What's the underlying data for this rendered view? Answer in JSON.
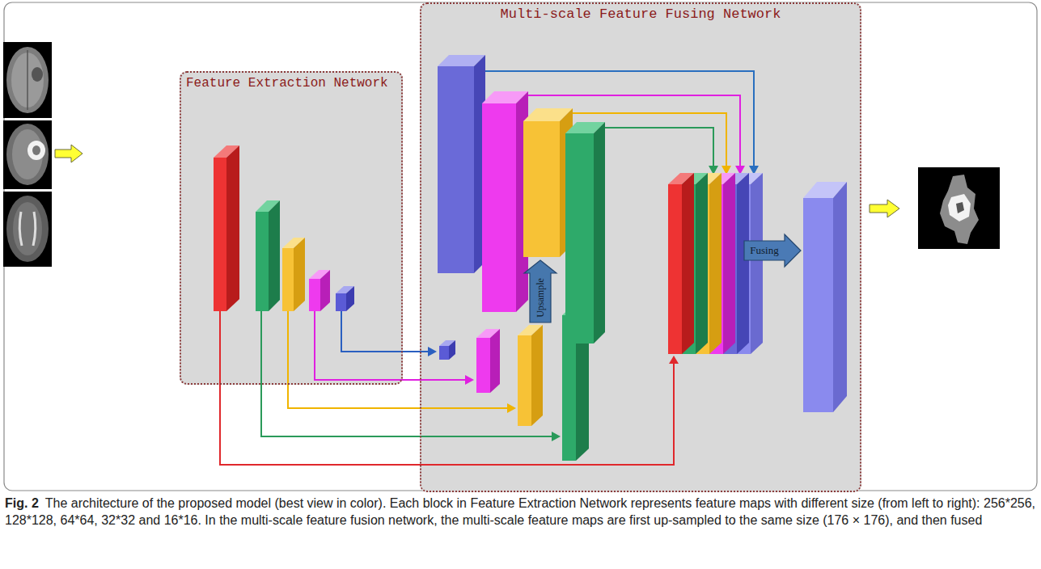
{
  "diagram": {
    "caption": "The architecture of the proposed model (best view in color). Each block in Feature Extraction Network represents feature maps with different size (from left to right): 256*256, 128*128, 64*64, 32*32 and 16*16. In the multi-scale feature fusion network, the multi-scale feature maps are first up-sampled to the same size (176 × 176), and then fused",
    "nodes": [
      {
        "text": [
          "Feature Extraction Network"
        ]
      },
      {
        "text": [
          "Multi-scale Feature Fusing Network"
        ]
      },
      {
        "text": [
          "Upsample"
        ],
        "in": 1
      },
      {
        "text": [
          "Fusing"
        ],
        "in": 1
      }
    ],
    "labels": [
      "Fig. 2"
    ]
  }
}
